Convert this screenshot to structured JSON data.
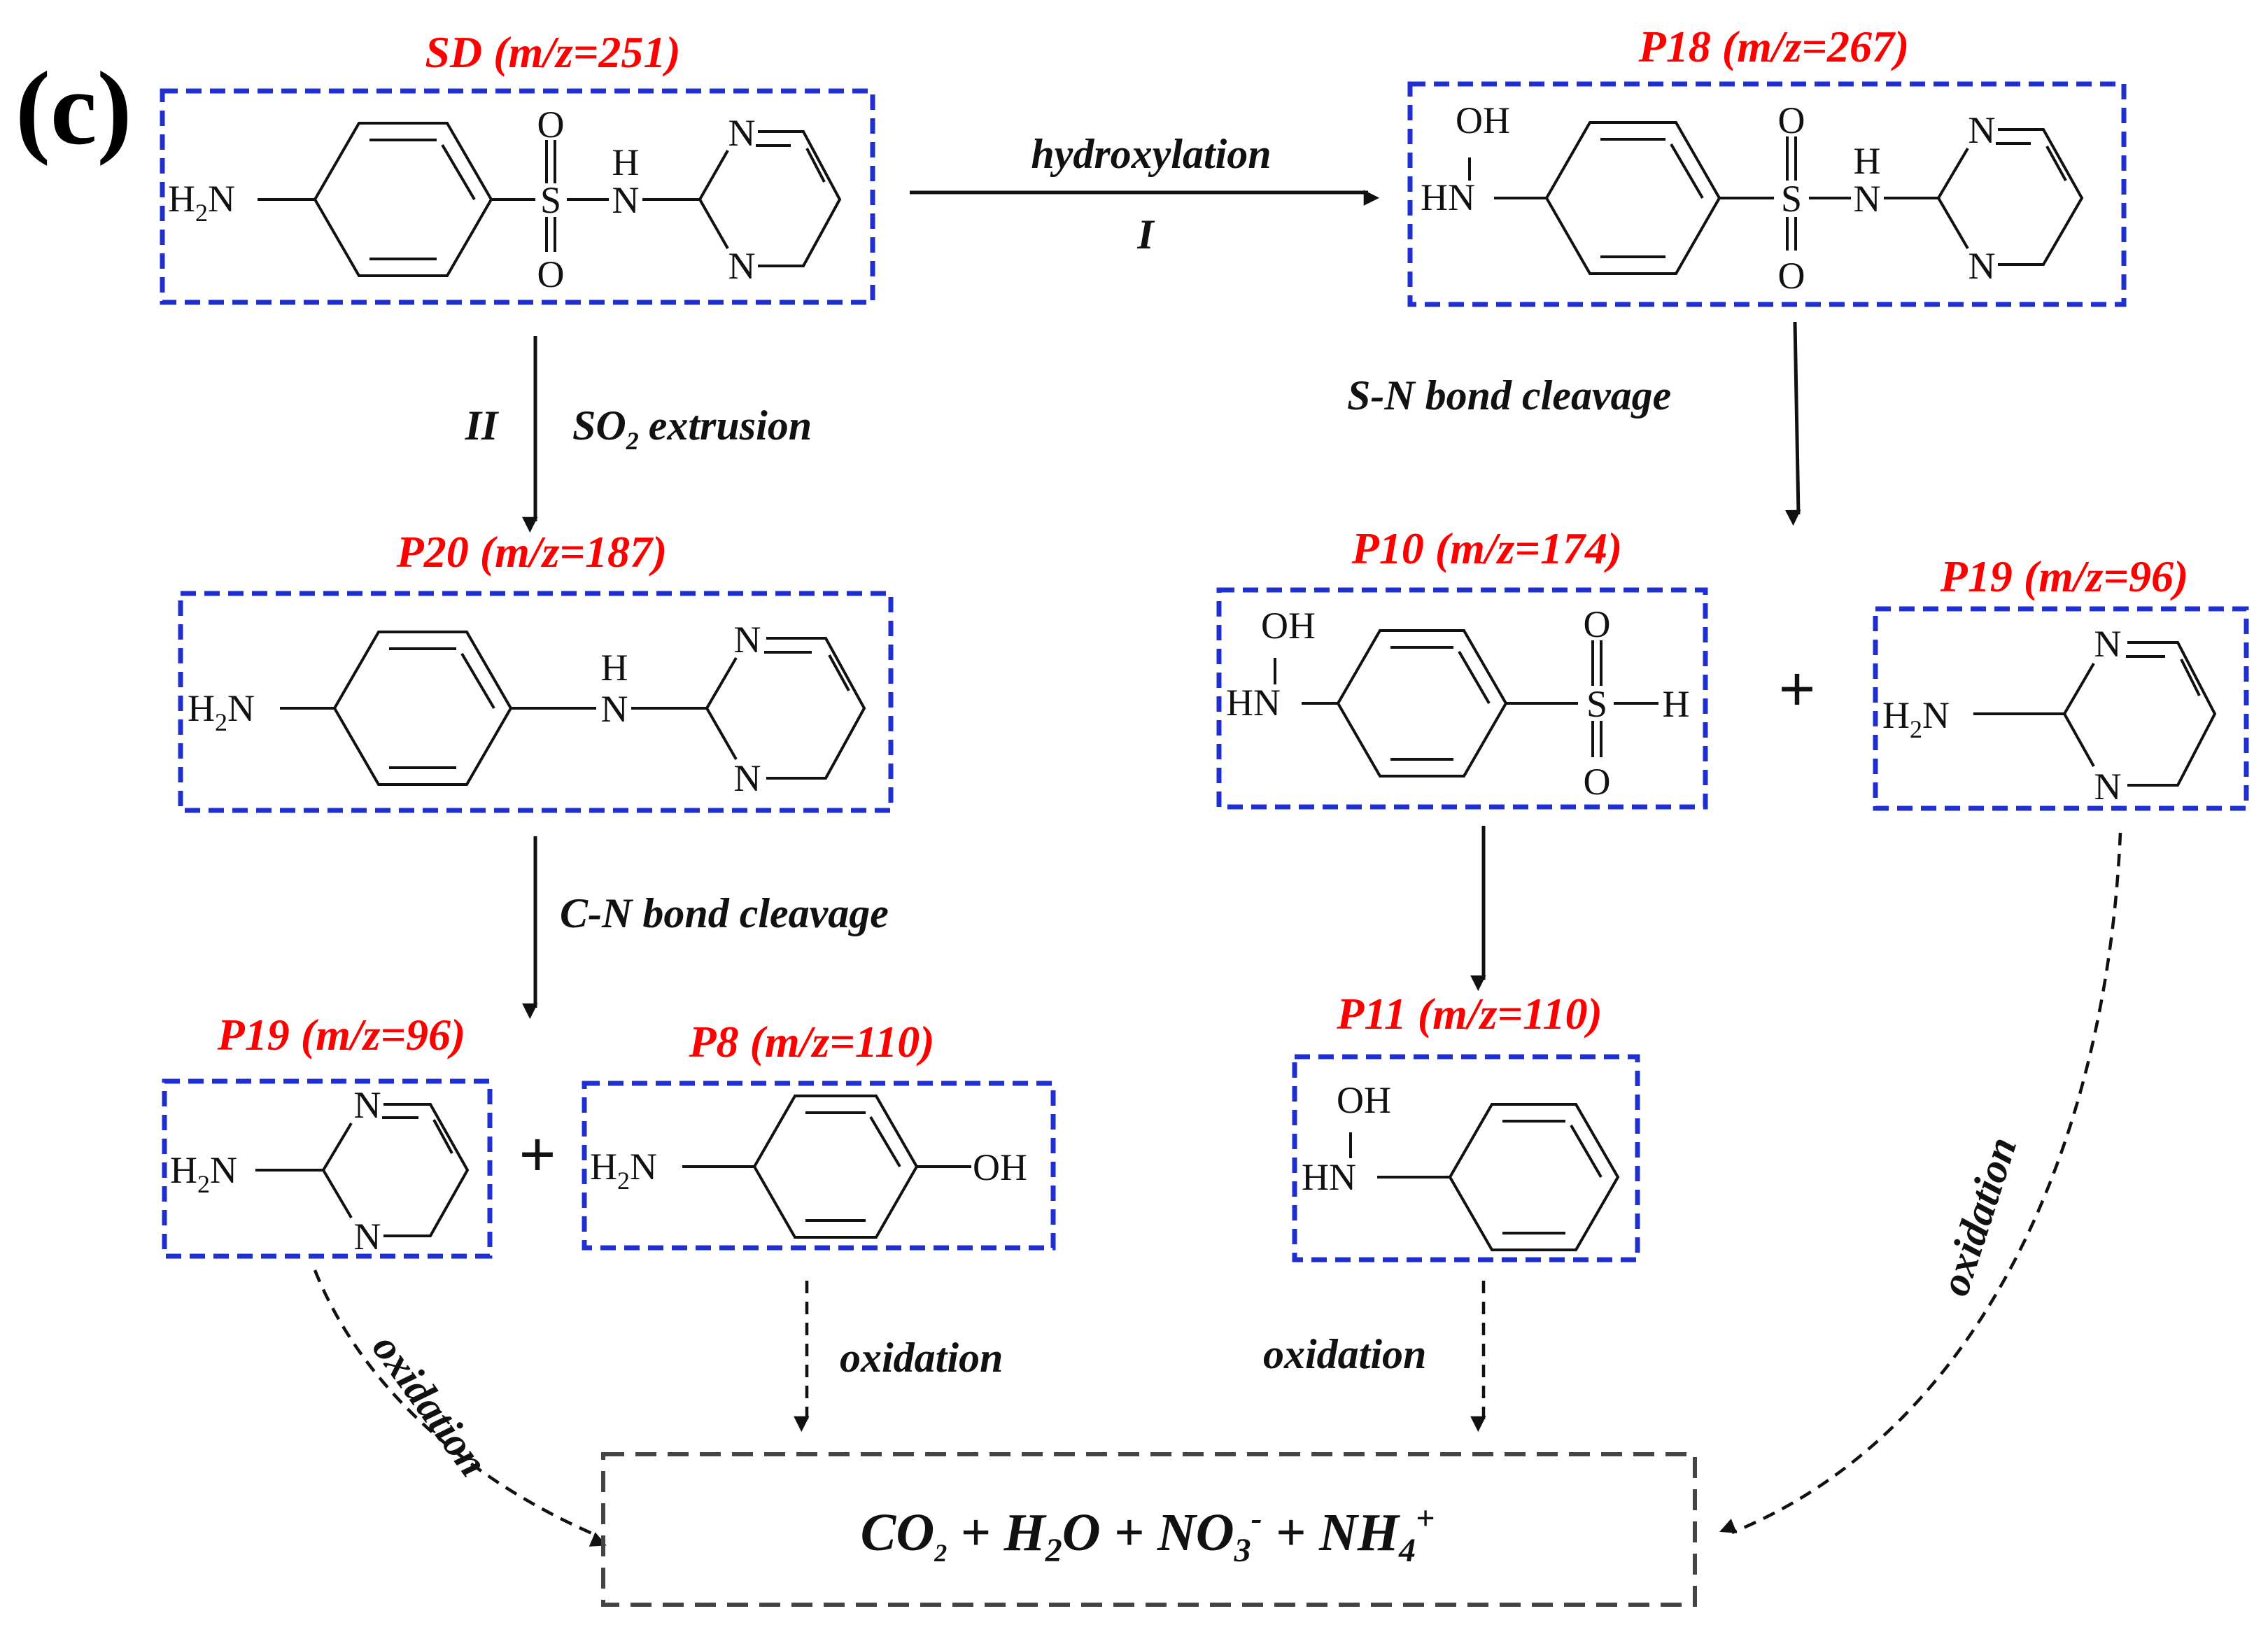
{
  "panel_label": "(c)",
  "compounds": {
    "sd": {
      "label": "SD (m/z=251)"
    },
    "p18": {
      "label": "P18 (m/z=267)"
    },
    "p20": {
      "label": "P20 (m/z=187)"
    },
    "p10": {
      "label": "P10 (m/z=174)"
    },
    "p19_right": {
      "label": "P19 (m/z=96)"
    },
    "p19_left": {
      "label": "P19 (m/z=96)"
    },
    "p8": {
      "label": "P8 (m/z=110)"
    },
    "p11": {
      "label": "P11 (m/z=110)"
    }
  },
  "steps": {
    "hydroxylation": "hydroxylation",
    "route_one": "I",
    "route_two": "II",
    "so2_extrusion": "extrusion",
    "so2_prefix": "SO",
    "so2_sub": "2",
    "sn_cleavage": "S-N bond cleavage",
    "cn_cleavage": "C-N bond cleavage",
    "oxidation_1": "oxidation",
    "oxidation_2": "oxidation",
    "oxidation_3": "oxidation",
    "oxidation_4": "oxidation"
  },
  "atoms": {
    "n": "N",
    "o": "O",
    "s": "S",
    "h": "H",
    "oh": "OH",
    "hn": "HN",
    "h2n_h": "H",
    "h2n_2": "2",
    "h2n_n": "N"
  },
  "plus": "+",
  "final_products": {
    "co2": "CO",
    "co2_sub": "2",
    "h2o_h": "H",
    "h2o_sub": "2",
    "h2o_o": "O",
    "no3": "NO",
    "no3_sub": "3",
    "no3_sup": "-",
    "nh4": "NH",
    "nh4_sub": "4",
    "nh4_sup": "+",
    "joiner": "+"
  }
}
